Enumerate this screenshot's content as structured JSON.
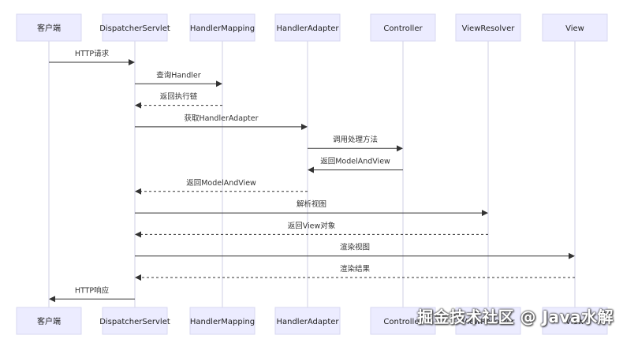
{
  "participants": [
    "客户端",
    "DispatcherServlet",
    "HandlerMapping",
    "HandlerAdapter",
    "Controller",
    "ViewResolver",
    "View"
  ],
  "messages": [
    {
      "from": 0,
      "to": 1,
      "label": "HTTP请求",
      "style": "solid"
    },
    {
      "from": 1,
      "to": 2,
      "label": "查询Handler",
      "style": "solid"
    },
    {
      "from": 2,
      "to": 1,
      "label": "返回执行链",
      "style": "dashed"
    },
    {
      "from": 1,
      "to": 3,
      "label": "获取HandlerAdapter",
      "style": "solid"
    },
    {
      "from": 3,
      "to": 4,
      "label": "调用处理方法",
      "style": "solid"
    },
    {
      "from": 4,
      "to": 3,
      "label": "返回ModelAndView",
      "style": "solid"
    },
    {
      "from": 3,
      "to": 1,
      "label": "返回ModelAndView",
      "style": "dashed"
    },
    {
      "from": 1,
      "to": 5,
      "label": "解析视图",
      "style": "solid"
    },
    {
      "from": 5,
      "to": 1,
      "label": "返回View对象",
      "style": "dashed"
    },
    {
      "from": 1,
      "to": 6,
      "label": "渲染视图",
      "style": "solid"
    },
    {
      "from": 6,
      "to": 1,
      "label": "渲染结果",
      "style": "dashed"
    },
    {
      "from": 1,
      "to": 0,
      "label": "HTTP响应",
      "style": "solid"
    }
  ],
  "watermark": "掘金技术社区 @ Java水解"
}
